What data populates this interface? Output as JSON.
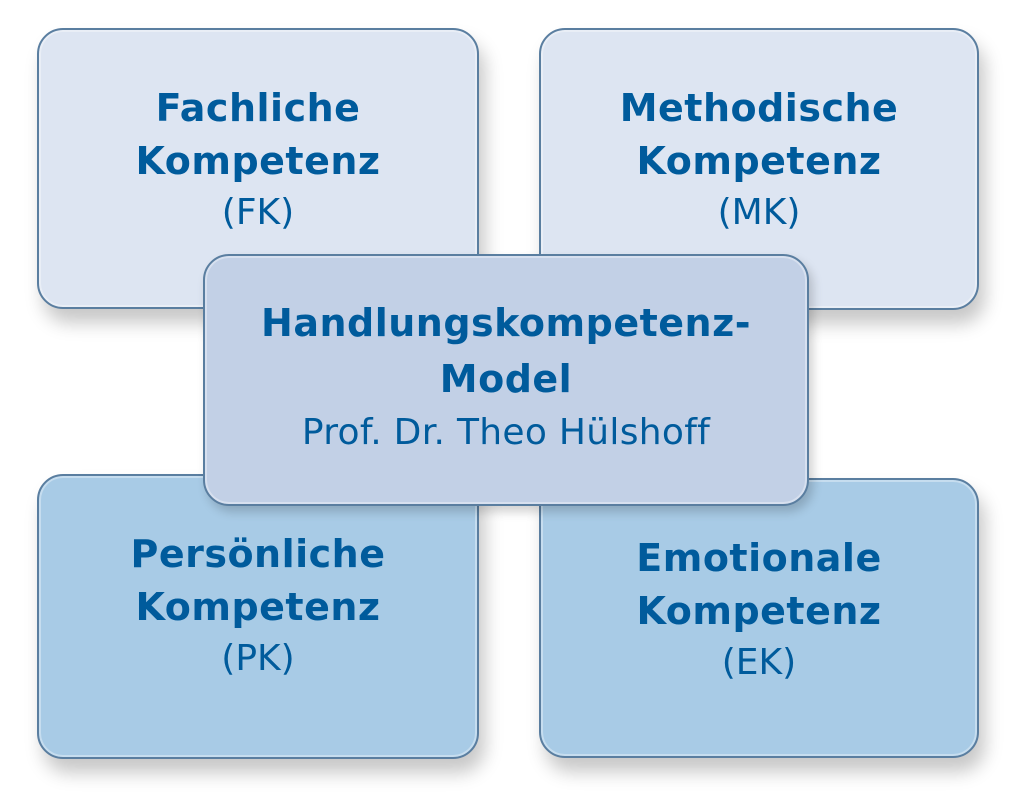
{
  "diagram": {
    "center": {
      "title_line1": "Handlungskompetenz-",
      "title_line2": "Model",
      "author": "Prof. Dr. Theo Hülshoff",
      "fill_color": "#c2d0e6"
    },
    "boxes": [
      {
        "id": "fk",
        "line1": "Fachliche",
        "line2": "Kompetenz",
        "abbr": "(FK)",
        "position": "top-left",
        "fill_color": "#dde5f2"
      },
      {
        "id": "mk",
        "line1": "Methodische",
        "line2": "Kompetenz",
        "abbr": "(MK)",
        "position": "top-right",
        "fill_color": "#dde5f2"
      },
      {
        "id": "pk",
        "line1": "Persönliche",
        "line2": "Kompetenz",
        "abbr": "(PK)",
        "position": "bottom-left",
        "fill_color": "#a8cbe6"
      },
      {
        "id": "ek",
        "line1": "Emotionale",
        "line2": "Kompetenz",
        "abbr": "(EK)",
        "position": "bottom-right",
        "fill_color": "#a8cbe6"
      }
    ],
    "colors": {
      "text": "#005b9c",
      "border": "#5a7ea0"
    }
  }
}
